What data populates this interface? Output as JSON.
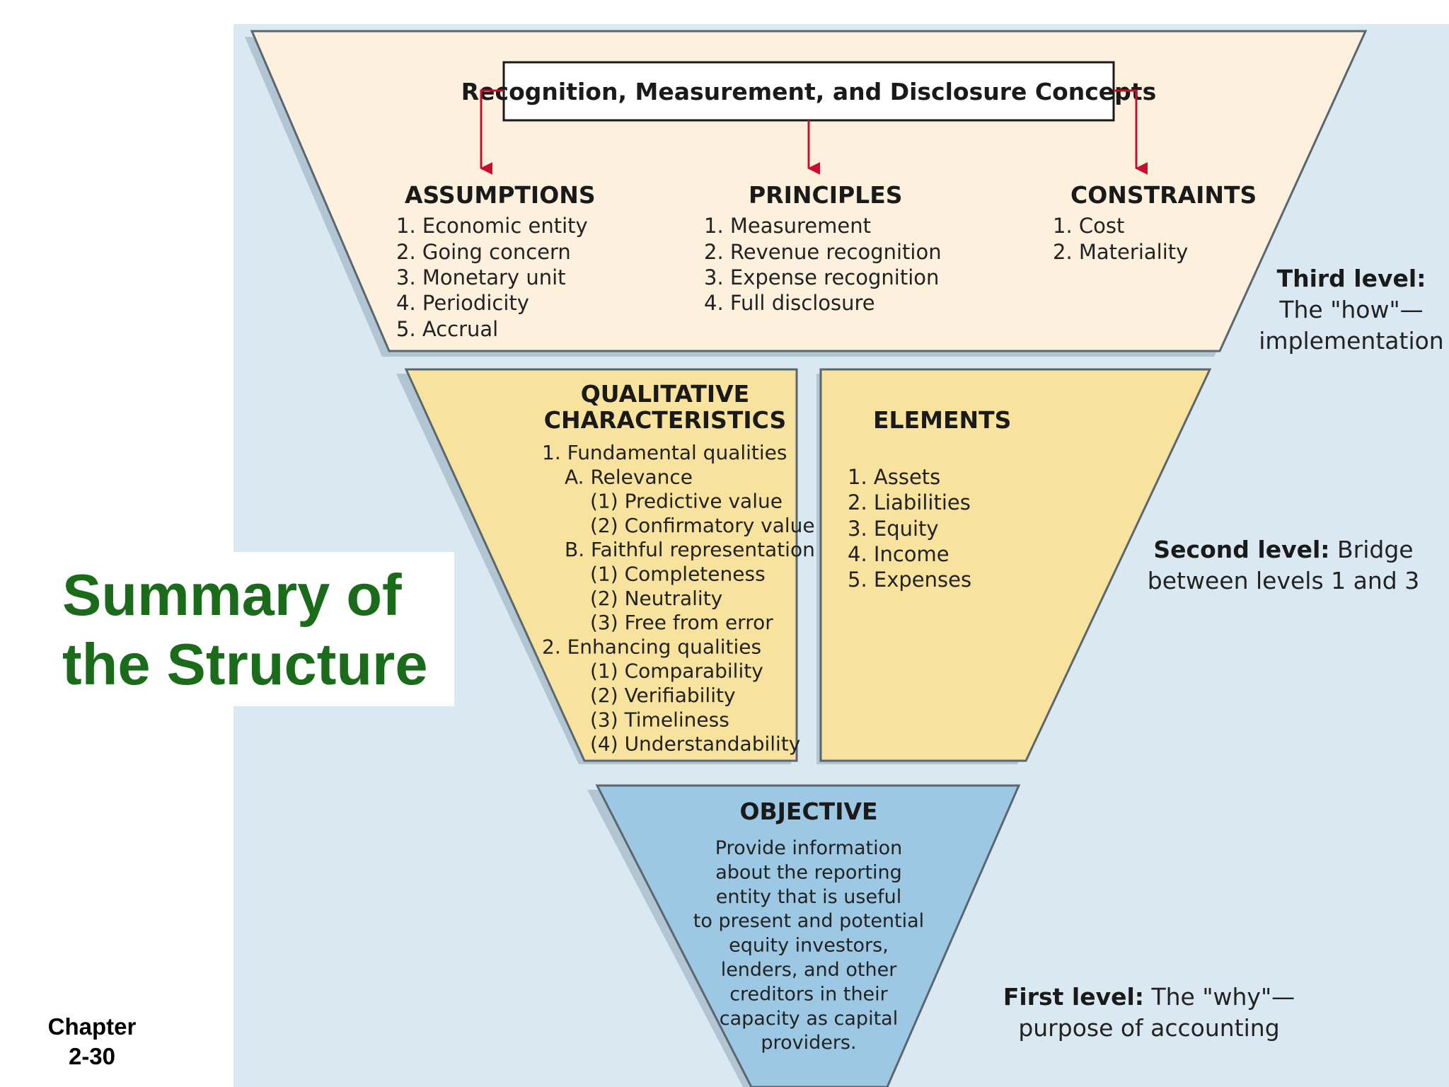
{
  "slide_title": [
    "Summary of",
    "the Structure"
  ],
  "chapter_label": [
    "Chapter",
    "2-30"
  ],
  "colors": {
    "background_panel": "#dae8f1",
    "top_level_fill": "#fdf0dc",
    "middle_level_fill": "#f7e29e",
    "bottom_level_fill": "#9cc8e4",
    "arrow": "#c8102e",
    "title_green": "#1a6b1a"
  },
  "third_level": {
    "concepts_box": "Recognition, Measurement, and Disclosure Concepts",
    "columns": [
      {
        "heading": "ASSUMPTIONS",
        "items": [
          "1. Economic entity",
          "2. Going concern",
          "3. Monetary unit",
          "4. Periodicity",
          "5. Accrual"
        ]
      },
      {
        "heading": "PRINCIPLES",
        "items": [
          "1. Measurement",
          "2. Revenue recognition",
          "3. Expense recognition",
          "4. Full disclosure"
        ]
      },
      {
        "heading": "CONSTRAINTS",
        "items": [
          "1. Cost",
          "2. Materiality"
        ]
      }
    ],
    "side_label_bold": "Third level:",
    "side_label_lines": [
      "The \"how\"—",
      "implementation"
    ]
  },
  "second_level": {
    "qualitative": {
      "heading_lines": [
        "QUALITATIVE",
        "CHARACTERISTICS"
      ],
      "items": [
        {
          "text": "1. Fundamental qualities",
          "indent": 0
        },
        {
          "text": "A. Relevance",
          "indent": 1
        },
        {
          "text": "(1) Predictive value",
          "indent": 2
        },
        {
          "text": "(2) Confirmatory value",
          "indent": 2
        },
        {
          "text": "B. Faithful representation",
          "indent": 1
        },
        {
          "text": "(1) Completeness",
          "indent": 2
        },
        {
          "text": "(2) Neutrality",
          "indent": 2
        },
        {
          "text": "(3) Free from error",
          "indent": 2
        },
        {
          "text": "2. Enhancing qualities",
          "indent": 0
        },
        {
          "text": "(1) Comparability",
          "indent": 2
        },
        {
          "text": "(2) Verifiability",
          "indent": 2
        },
        {
          "text": "(3) Timeliness",
          "indent": 2
        },
        {
          "text": "(4) Understandability",
          "indent": 2
        }
      ]
    },
    "elements": {
      "heading": "ELEMENTS",
      "items": [
        "1. Assets",
        "2. Liabilities",
        "3. Equity",
        "4. Income",
        "5. Expenses"
      ]
    },
    "side_label_bold": "Second level:",
    "side_label_rest": "Bridge",
    "side_label_line2": "between levels 1 and 3"
  },
  "first_level": {
    "heading": "OBJECTIVE",
    "text_lines": [
      "Provide information",
      "about the reporting",
      "entity that is useful",
      "to present and potential",
      "equity investors,",
      "lenders, and other",
      "creditors in their",
      "capacity as capital",
      "providers."
    ],
    "side_label_bold": "First level:",
    "side_label_rest": "The \"why\"—",
    "side_label_line2": "purpose of accounting"
  }
}
